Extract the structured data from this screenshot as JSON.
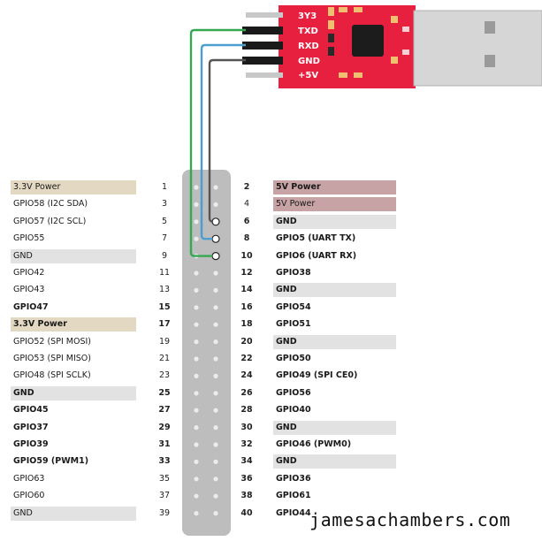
{
  "module": {
    "pins": [
      {
        "label": "3Y3"
      },
      {
        "label": "TXD"
      },
      {
        "label": "RXD"
      },
      {
        "label": "GND"
      },
      {
        "label": "+5V"
      }
    ]
  },
  "header": {
    "rows": [
      {
        "left": {
          "num": "1",
          "label": "3.3V Power",
          "type": "power33",
          "bold": false
        },
        "right": {
          "num": "2",
          "label": "5V Power",
          "type": "power5",
          "bold": true
        }
      },
      {
        "left": {
          "num": "3",
          "label": "GPIO58 (I2C SDA)",
          "type": "gpio",
          "bold": false
        },
        "right": {
          "num": "4",
          "label": "5V Power",
          "type": "power5",
          "bold": false
        }
      },
      {
        "left": {
          "num": "5",
          "label": "GPIO57 (I2C SCL)",
          "type": "gpio",
          "bold": false
        },
        "right": {
          "num": "6",
          "label": "GND",
          "type": "gnd",
          "bold": true
        }
      },
      {
        "left": {
          "num": "7",
          "label": "GPIO55",
          "type": "gpio",
          "bold": false
        },
        "right": {
          "num": "8",
          "label": "GPIO5 (UART TX)",
          "type": "gpio",
          "bold": true
        }
      },
      {
        "left": {
          "num": "9",
          "label": "GND",
          "type": "gnd",
          "bold": false
        },
        "right": {
          "num": "10",
          "label": "GPIO6 (UART RX)",
          "type": "gpio",
          "bold": true
        }
      },
      {
        "left": {
          "num": "11",
          "label": "GPIO42",
          "type": "gpio",
          "bold": false
        },
        "right": {
          "num": "12",
          "label": "GPIO38",
          "type": "gpio",
          "bold": true
        }
      },
      {
        "left": {
          "num": "13",
          "label": "GPIO43",
          "type": "gpio",
          "bold": false
        },
        "right": {
          "num": "14",
          "label": "GND",
          "type": "gnd",
          "bold": true
        }
      },
      {
        "left": {
          "num": "15",
          "label": "GPIO47",
          "type": "gpio",
          "bold": true
        },
        "right": {
          "num": "16",
          "label": "GPIO54",
          "type": "gpio",
          "bold": true
        }
      },
      {
        "left": {
          "num": "17",
          "label": "3.3V Power",
          "type": "power33",
          "bold": true
        },
        "right": {
          "num": "18",
          "label": "GPIO51",
          "type": "gpio",
          "bold": true
        }
      },
      {
        "left": {
          "num": "19",
          "label": "GPIO52 (SPI MOSI)",
          "type": "gpio",
          "bold": false
        },
        "right": {
          "num": "20",
          "label": "GND",
          "type": "gnd",
          "bold": true
        }
      },
      {
        "left": {
          "num": "21",
          "label": "GPIO53 (SPI MISO)",
          "type": "gpio",
          "bold": false
        },
        "right": {
          "num": "22",
          "label": "GPIO50",
          "type": "gpio",
          "bold": true
        }
      },
      {
        "left": {
          "num": "23",
          "label": "GPIO48 (SPI SCLK)",
          "type": "gpio",
          "bold": false
        },
        "right": {
          "num": "24",
          "label": "GPIO49 (SPI CE0)",
          "type": "gpio",
          "bold": true
        }
      },
      {
        "left": {
          "num": "25",
          "label": "GND",
          "type": "gnd",
          "bold": true
        },
        "right": {
          "num": "26",
          "label": "GPIO56",
          "type": "gpio",
          "bold": true
        }
      },
      {
        "left": {
          "num": "27",
          "label": "GPIO45",
          "type": "gpio",
          "bold": true
        },
        "right": {
          "num": "28",
          "label": "GPIO40",
          "type": "gpio",
          "bold": true
        }
      },
      {
        "left": {
          "num": "29",
          "label": "GPIO37",
          "type": "gpio",
          "bold": true
        },
        "right": {
          "num": "30",
          "label": "GND",
          "type": "gnd",
          "bold": true
        }
      },
      {
        "left": {
          "num": "31",
          "label": "GPIO39",
          "type": "gpio",
          "bold": true
        },
        "right": {
          "num": "32",
          "label": "GPIO46 (PWM0)",
          "type": "gpio",
          "bold": true
        }
      },
      {
        "left": {
          "num": "33",
          "label": "GPIO59 (PWM1)",
          "type": "gpio",
          "bold": true
        },
        "right": {
          "num": "34",
          "label": "GND",
          "type": "gnd",
          "bold": true
        }
      },
      {
        "left": {
          "num": "35",
          "label": "GPIO63",
          "type": "gpio",
          "bold": false
        },
        "right": {
          "num": "36",
          "label": "GPIO36",
          "type": "gpio",
          "bold": true
        }
      },
      {
        "left": {
          "num": "37",
          "label": "GPIO60",
          "type": "gpio",
          "bold": false
        },
        "right": {
          "num": "38",
          "label": "GPIO61",
          "type": "gpio",
          "bold": true
        }
      },
      {
        "left": {
          "num": "39",
          "label": "GND",
          "type": "gnd",
          "bold": false
        },
        "right": {
          "num": "40",
          "label": "GPIO44",
          "type": "gpio",
          "bold": true
        }
      }
    ]
  },
  "wires": [
    {
      "from": "GND",
      "to_pin": "6",
      "color": "#555555"
    },
    {
      "from": "TXD",
      "to_pin": "10",
      "color": "#34a853"
    },
    {
      "from": "RXD",
      "to_pin": "8",
      "color": "#4a9fd0"
    }
  ],
  "colors": {
    "power33": "#e3d8c2",
    "power5": "#c7a3a5",
    "gnd": "#e2e2e2",
    "module": "#e8203f",
    "header": "#bdbdbd"
  },
  "brand": "jamesachambers.com"
}
